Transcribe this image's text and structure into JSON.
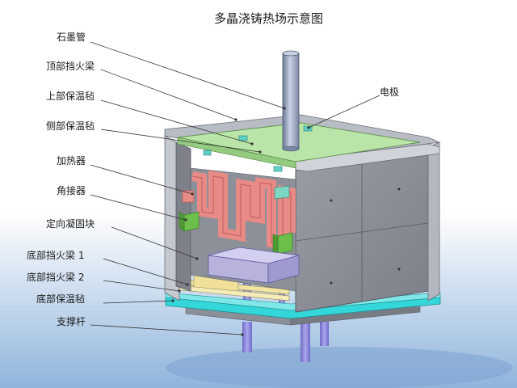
{
  "title": "多晶浇铸热场示意图",
  "labels": {
    "graphite_tube": "石墨管",
    "top_fire_beam": "顶部挡火梁",
    "upper_felt": "上部保温毡",
    "side_felt": "侧部保温毡",
    "heater": "加热器",
    "corner_connector": "角接器",
    "directional_block": "定向凝固块",
    "bottom_fire_beam_1": "底部挡火梁 1",
    "bottom_fire_beam_2": "底部挡火梁 2",
    "bottom_felt": "底部保温毡",
    "support_rod": "支撑杆",
    "electrode": "电极"
  },
  "colors": {
    "background_top": "#ffffff",
    "background_bottom": "#8fb4dc",
    "felt_panel": "#8a8d95",
    "frame_edge": "#b8bcc4",
    "top_plate": "#b9e6a8",
    "heater": "#e88a86",
    "connector": "#6bbf4a",
    "block": "#b7b3dc",
    "base_plate": "#33d6d9",
    "beam": "#f5ecb8",
    "rod": "#8a86d8",
    "tube": "#9aa6c4"
  }
}
